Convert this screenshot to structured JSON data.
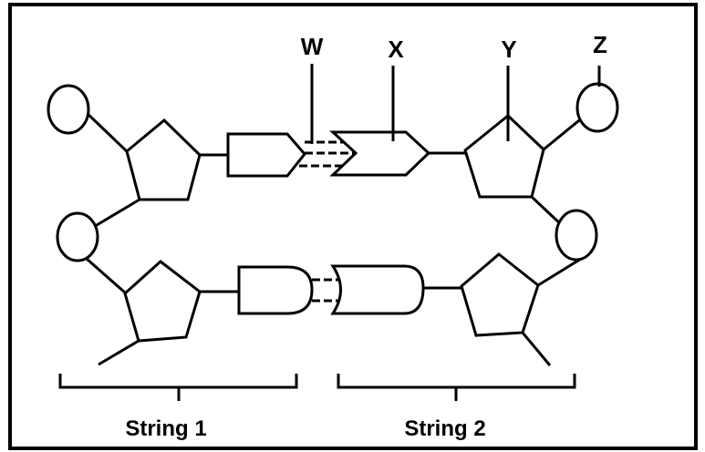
{
  "labels": {
    "w": "W",
    "x": "X",
    "y": "Y",
    "z": "Z",
    "string1": "String 1",
    "string2": "String 2"
  },
  "colors": {
    "line": "#000000",
    "background": "#ffffff"
  }
}
